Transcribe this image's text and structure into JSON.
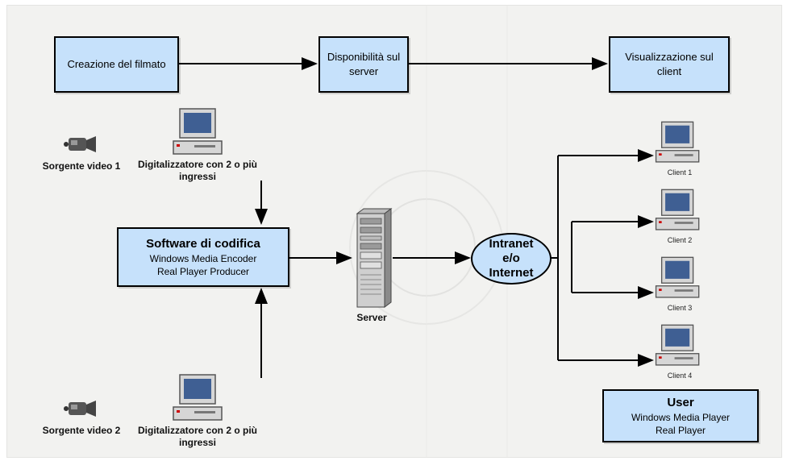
{
  "flow": {
    "step1": "Creazione del filmato",
    "step2": "Disponibilità sul server",
    "step3": "Visualizzazione sul client"
  },
  "sources": [
    {
      "label": "Sorgente video 1"
    },
    {
      "label": "Sorgente video 2"
    }
  ],
  "digitizers": [
    {
      "label": "Digitalizzatore con 2 o più ingressi"
    },
    {
      "label": "Digitalizzatore con 2 o più ingressi"
    }
  ],
  "encoder": {
    "title": "Software di codifica",
    "line1": "Windows Media Encoder",
    "line2": "Real Player Producer"
  },
  "server": {
    "label": "Server"
  },
  "network": {
    "label": "Intranet e/o Internet"
  },
  "clients": [
    "Client 1",
    "Client 2",
    "Client 3",
    "Client 4"
  ],
  "user": {
    "title": "User",
    "line1": "Windows Media Player",
    "line2": "Real Player"
  },
  "icons": {
    "camera": "video-camera-icon",
    "computer": "desktop-computer-icon",
    "server": "server-tower-icon"
  }
}
